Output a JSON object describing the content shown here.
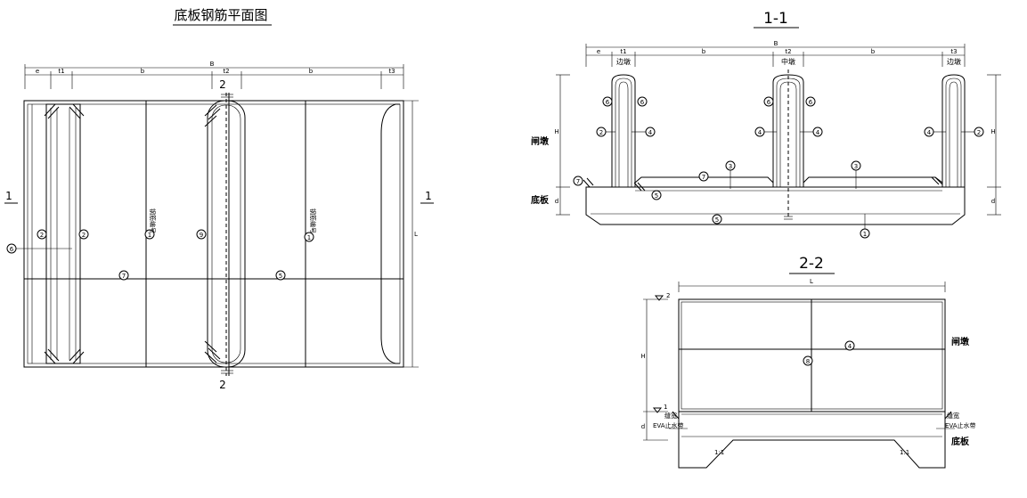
{
  "plan": {
    "title": "底板钢筋平面图",
    "section_mark_1": "1",
    "section_mark_2": "2",
    "dims": [
      "e",
      "t1",
      "b",
      "t2",
      "b",
      "t3"
    ],
    "dim_total": "B",
    "dim_length": "L",
    "callouts": [
      "6",
      "2",
      "2",
      "1",
      "9",
      "1",
      "7",
      "5"
    ],
    "vertical_notes": [
      "钢筋编号",
      "钢筋编号"
    ]
  },
  "section_11": {
    "title": "1-1",
    "dim_total": "B",
    "dims": [
      "e",
      "t1",
      "b",
      "t2",
      "b",
      "t3"
    ],
    "pier_labels": [
      "边墩",
      "中墩",
      "边墩"
    ],
    "side_labels": [
      "闸墩",
      "底板"
    ],
    "height_label": "H",
    "thickness_label": "d",
    "callouts": [
      "6",
      "2",
      "4",
      "6",
      "4",
      "6",
      "4",
      "6",
      "4",
      "2",
      "3",
      "3",
      "7",
      "7",
      "5",
      "5",
      "1"
    ]
  },
  "section_22": {
    "title": "2-2",
    "dim_length": "L",
    "height_label": "H",
    "thickness_label": "d",
    "level_mark": "2",
    "level_mark_1": "1",
    "side_labels": [
      "闸墩",
      "底板"
    ],
    "waterstop": "EVA止水带",
    "seam": "缝宽",
    "slope": "1:1",
    "callouts": [
      "4",
      "8"
    ]
  }
}
